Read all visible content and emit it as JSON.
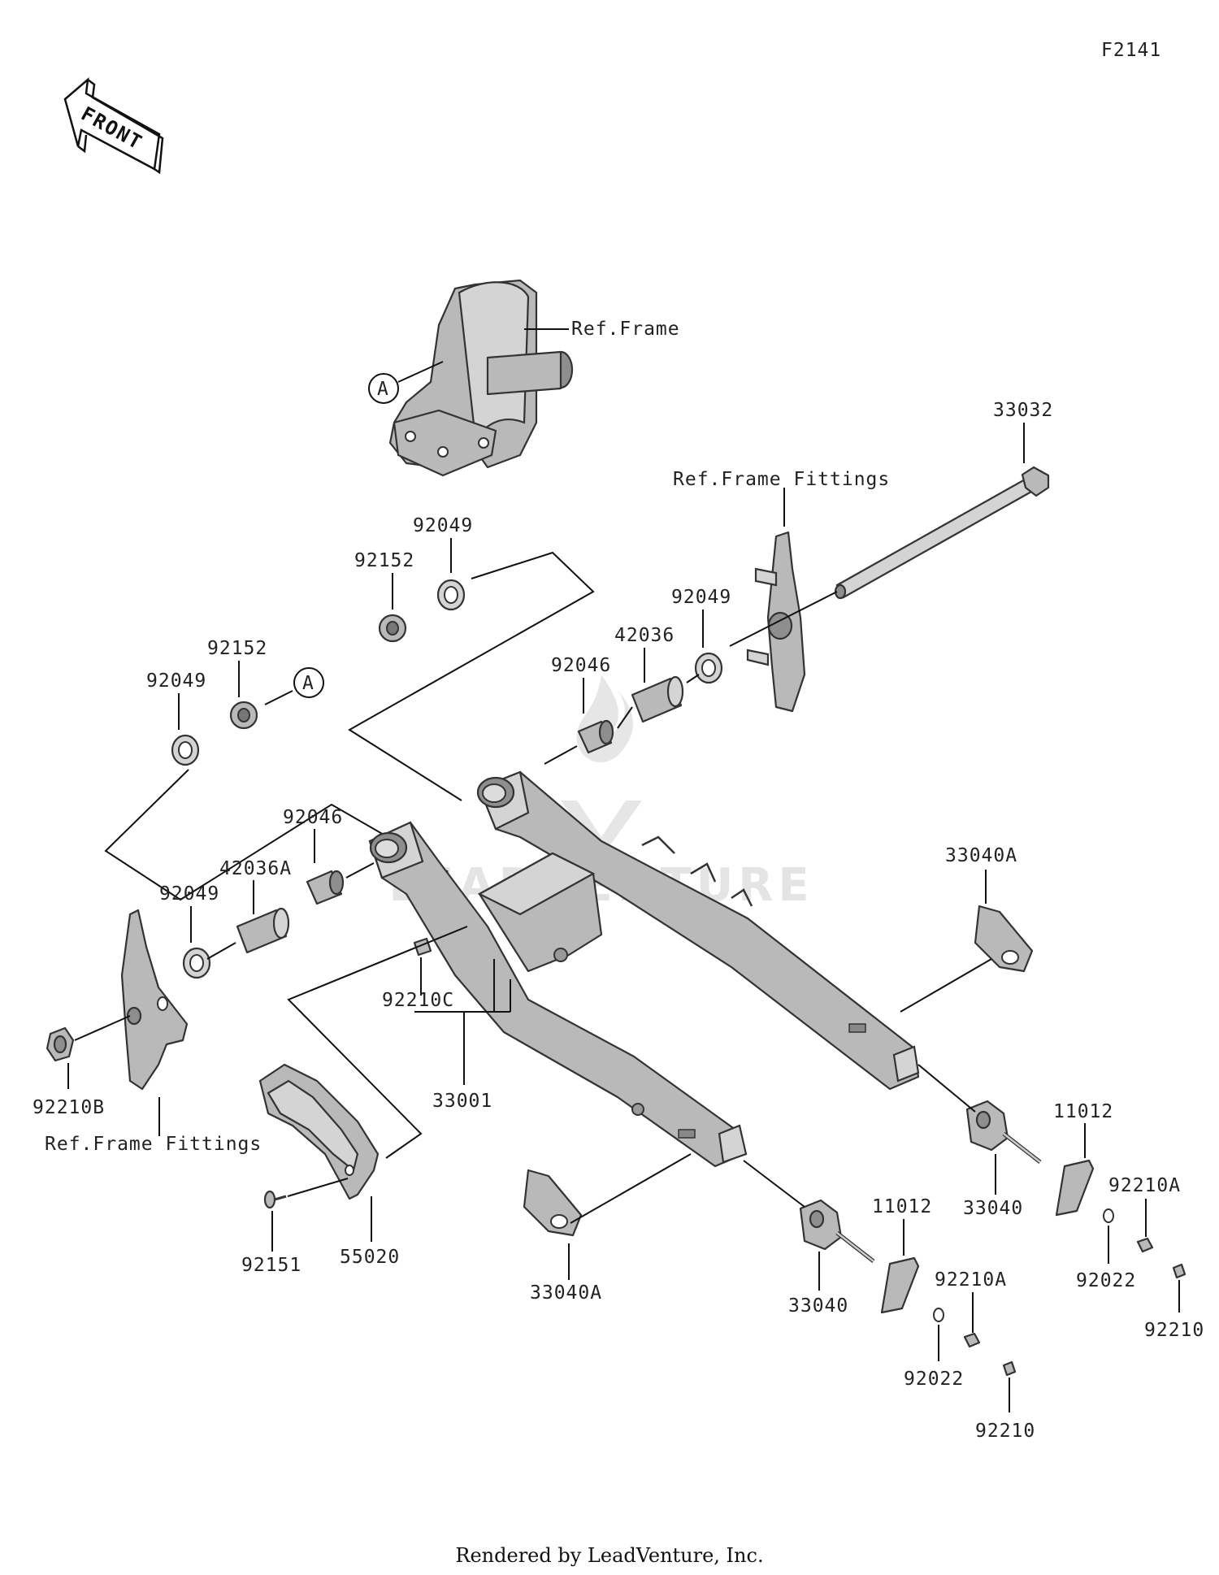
{
  "diagram_code": "F2141",
  "front_label": "FRONT",
  "ref_labels": {
    "frame": "Ref.Frame",
    "frame_fittings_top": "Ref.Frame Fittings",
    "frame_fittings_bottom": "Ref.Frame Fittings"
  },
  "callout_marker": "A",
  "watermark": "LEADVENTURE",
  "footer": "Rendered by LeadVenture, Inc.",
  "parts": {
    "p33032": "33032",
    "p92049_top": "92049",
    "p92152_top": "92152",
    "p92049_upper_left": "92049",
    "p92152_left": "92152",
    "p92049_right": "92049",
    "p42036": "42036",
    "p92046_right": "92046",
    "p92046_left": "92046",
    "p42036A": "42036A",
    "p92049_lower_left": "92049",
    "p92210C": "92210C",
    "p33001": "33001",
    "p92210B": "92210B",
    "p33040A_right": "33040A",
    "p33040A_bottom": "33040A",
    "p11012_right": "11012",
    "p11012_left": "11012",
    "p33040_right": "33040",
    "p33040_left": "33040",
    "p92210A_right": "92210A",
    "p92210A_left": "92210A",
    "p92022_right": "92022",
    "p92022_left": "92022",
    "p92210_right": "92210",
    "p92210_left": "92210",
    "p92151": "92151",
    "p55020": "55020"
  }
}
